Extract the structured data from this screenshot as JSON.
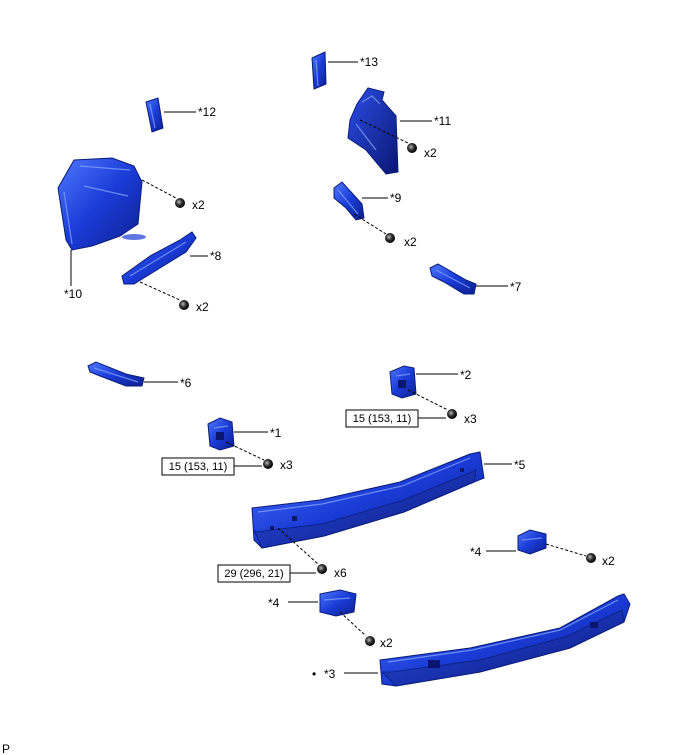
{
  "parts": {
    "p1": {
      "label": "*1"
    },
    "p2": {
      "label": "*2"
    },
    "p3": {
      "label": "*3",
      "mark": "•"
    },
    "p4a": {
      "label": "*4"
    },
    "p4b": {
      "label": "*4"
    },
    "p5": {
      "label": "*5"
    },
    "p6": {
      "label": "*6"
    },
    "p7": {
      "label": "*7"
    },
    "p8": {
      "label": "*8"
    },
    "p9": {
      "label": "*9"
    },
    "p10": {
      "label": "*10"
    },
    "p11": {
      "label": "*11"
    },
    "p12": {
      "label": "*12"
    },
    "p13": {
      "label": "*13"
    }
  },
  "quantities": {
    "q10": "x2",
    "q8": "x2",
    "q11": "x2",
    "q9": "x2",
    "q2": "x3",
    "q1": "x3",
    "q5": "x6",
    "q4a": "x2",
    "q4b": "x2"
  },
  "torques": {
    "t2": "15 (153, 11)",
    "t1": "15 (153, 11)",
    "t5": "29 (296, 21)"
  },
  "corner_mark": "P",
  "colors": {
    "part_blue": "#1a3bd6",
    "part_dark": "#0d1f8f",
    "part_light": "#4f78ff"
  }
}
